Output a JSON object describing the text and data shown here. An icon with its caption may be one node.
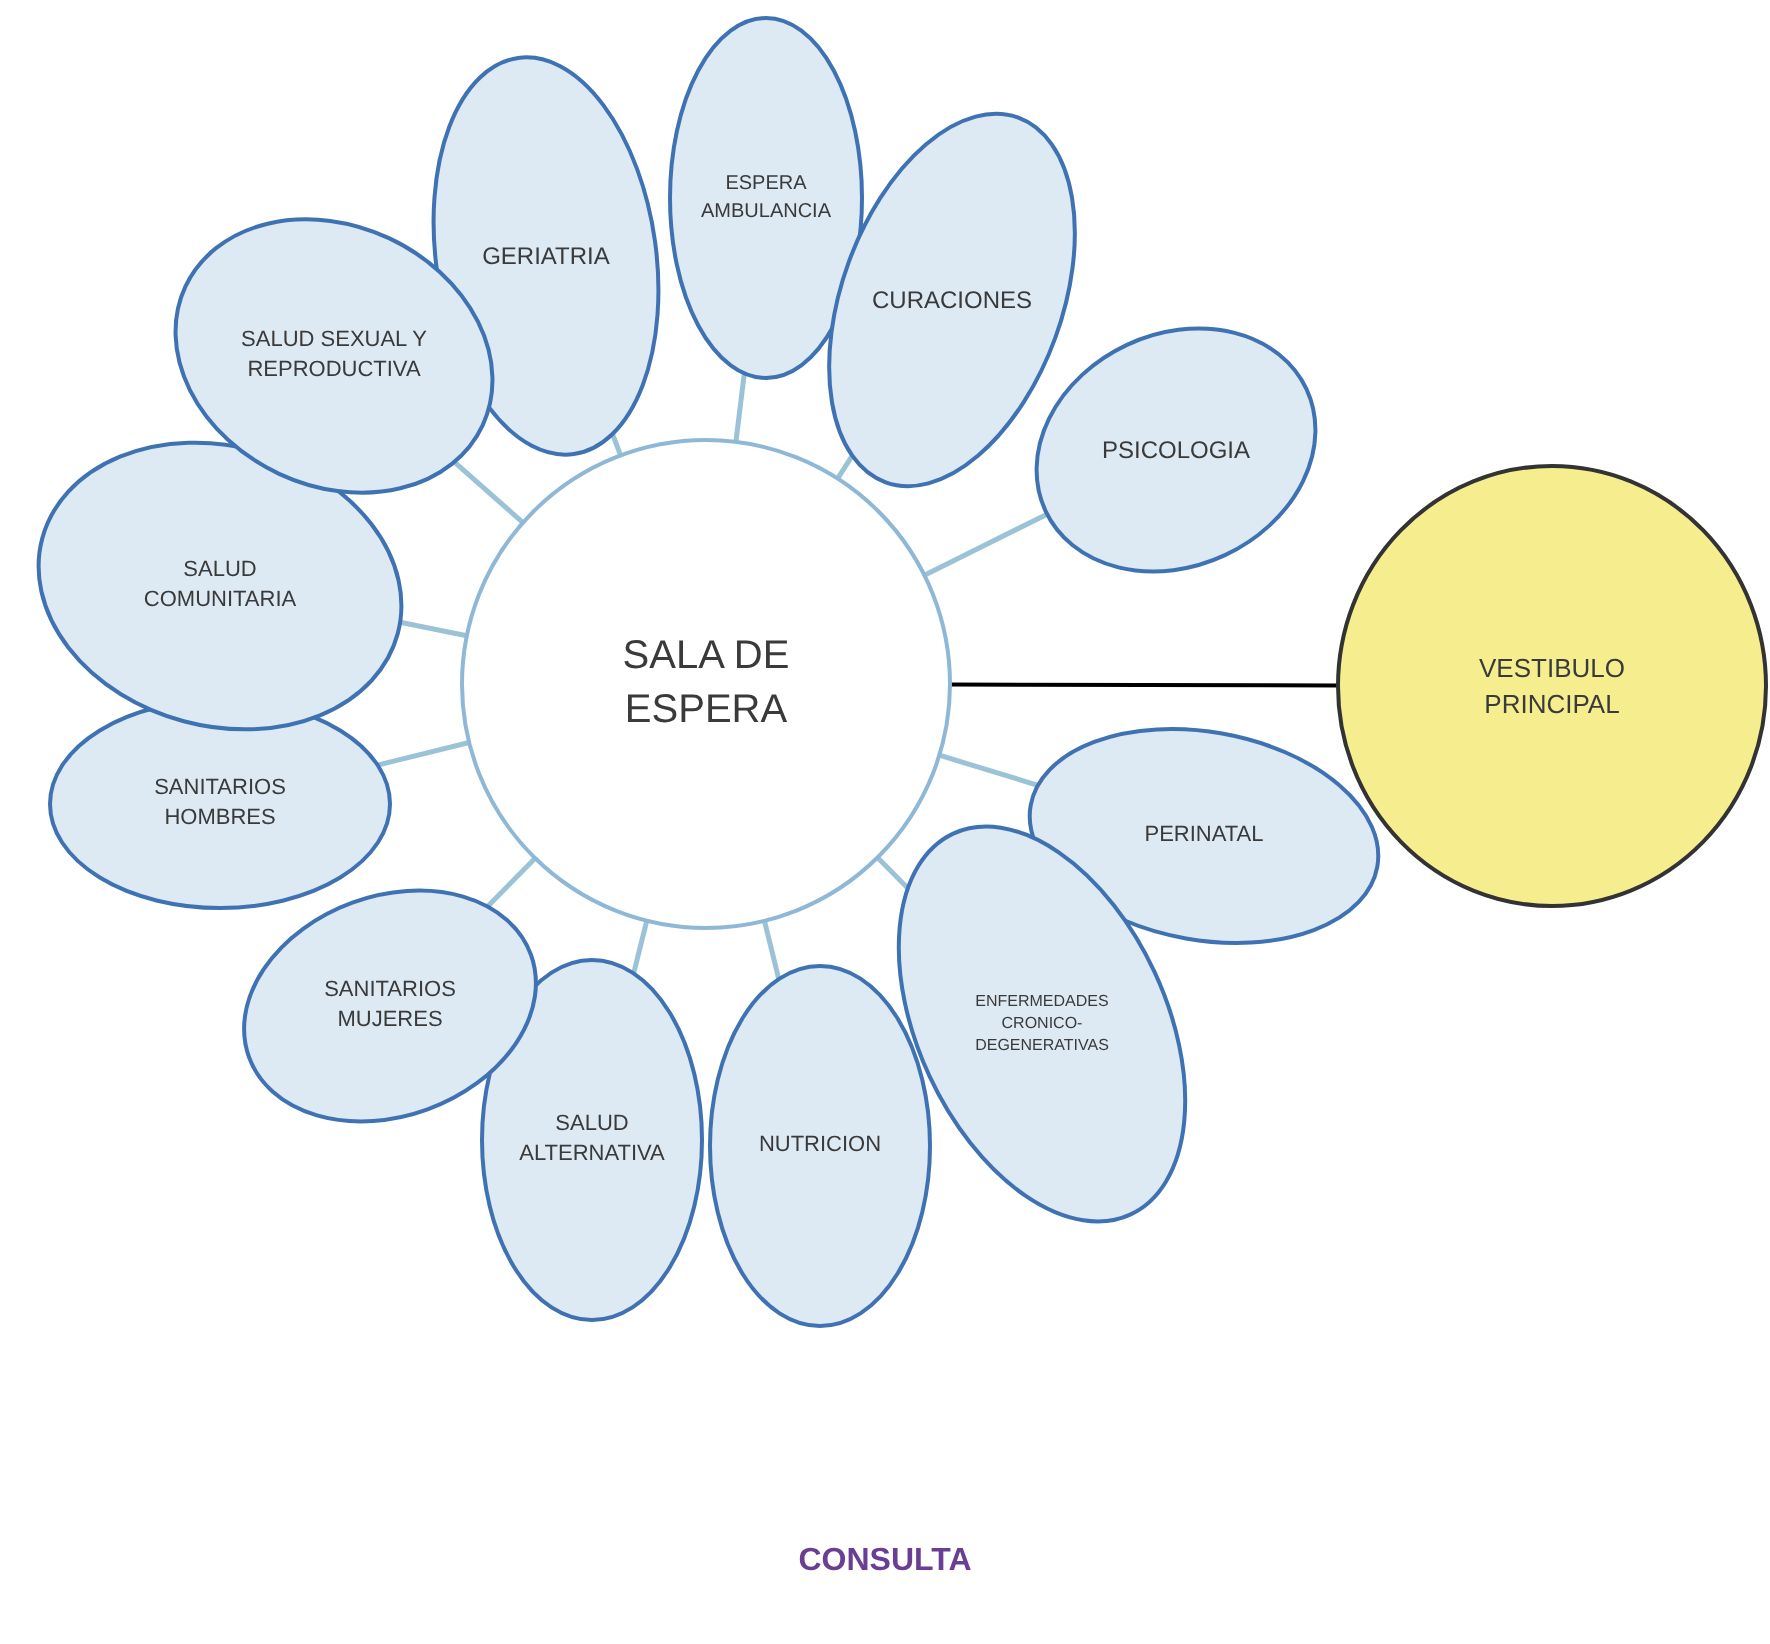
{
  "diagram": {
    "nodes": [
      {
        "text": [
          "SALA DE ESPERA"
        ]
      },
      {
        "text": [
          "GERIATRIA"
        ]
      },
      {
        "text": [
          "ESPERA AMBULANCIA"
        ]
      },
      {
        "text": [
          "CURACIONES"
        ]
      },
      {
        "text": [
          "PSICOLOGIA"
        ]
      },
      {
        "text": [
          "PERINATAL"
        ]
      },
      {
        "text": [
          "ENFERMEDADES CRONICO-DEGENERATIVAS"
        ]
      },
      {
        "text": [
          "NUTRICION"
        ]
      },
      {
        "text": [
          "SALUD ALTERNATIVA"
        ]
      },
      {
        "text": [
          "SANITARIOS MUJERES"
        ]
      },
      {
        "text": [
          "SANITARIOS HOMBRES"
        ]
      },
      {
        "text": [
          "SALUD COMUNITARIA"
        ]
      },
      {
        "text": [
          "SALUD SEXUAL Y REPRODUCTIVA"
        ]
      },
      {
        "text": [
          "VESTIBULO PRINCIPAL"
        ]
      }
    ],
    "edges": [
      {
        "from": 0,
        "to": 1,
        "arrow": "none"
      },
      {
        "from": 0,
        "to": 2,
        "arrow": "none"
      },
      {
        "from": 0,
        "to": 3,
        "arrow": "none"
      },
      {
        "from": 0,
        "to": 4,
        "arrow": "none"
      },
      {
        "from": 0,
        "to": 5,
        "arrow": "none"
      },
      {
        "from": 0,
        "to": 6,
        "arrow": "none"
      },
      {
        "from": 0,
        "to": 7,
        "arrow": "none"
      },
      {
        "from": 0,
        "to": 8,
        "arrow": "none"
      },
      {
        "from": 0,
        "to": 9,
        "arrow": "none"
      },
      {
        "from": 0,
        "to": 10,
        "arrow": "none"
      },
      {
        "from": 0,
        "to": 11,
        "arrow": "none"
      },
      {
        "from": 0,
        "to": 12,
        "arrow": "none"
      },
      {
        "from": 0,
        "to": 13,
        "arrow": "none",
        "color": "#000000"
      }
    ],
    "labels": [
      "CONSULTA"
    ]
  }
}
